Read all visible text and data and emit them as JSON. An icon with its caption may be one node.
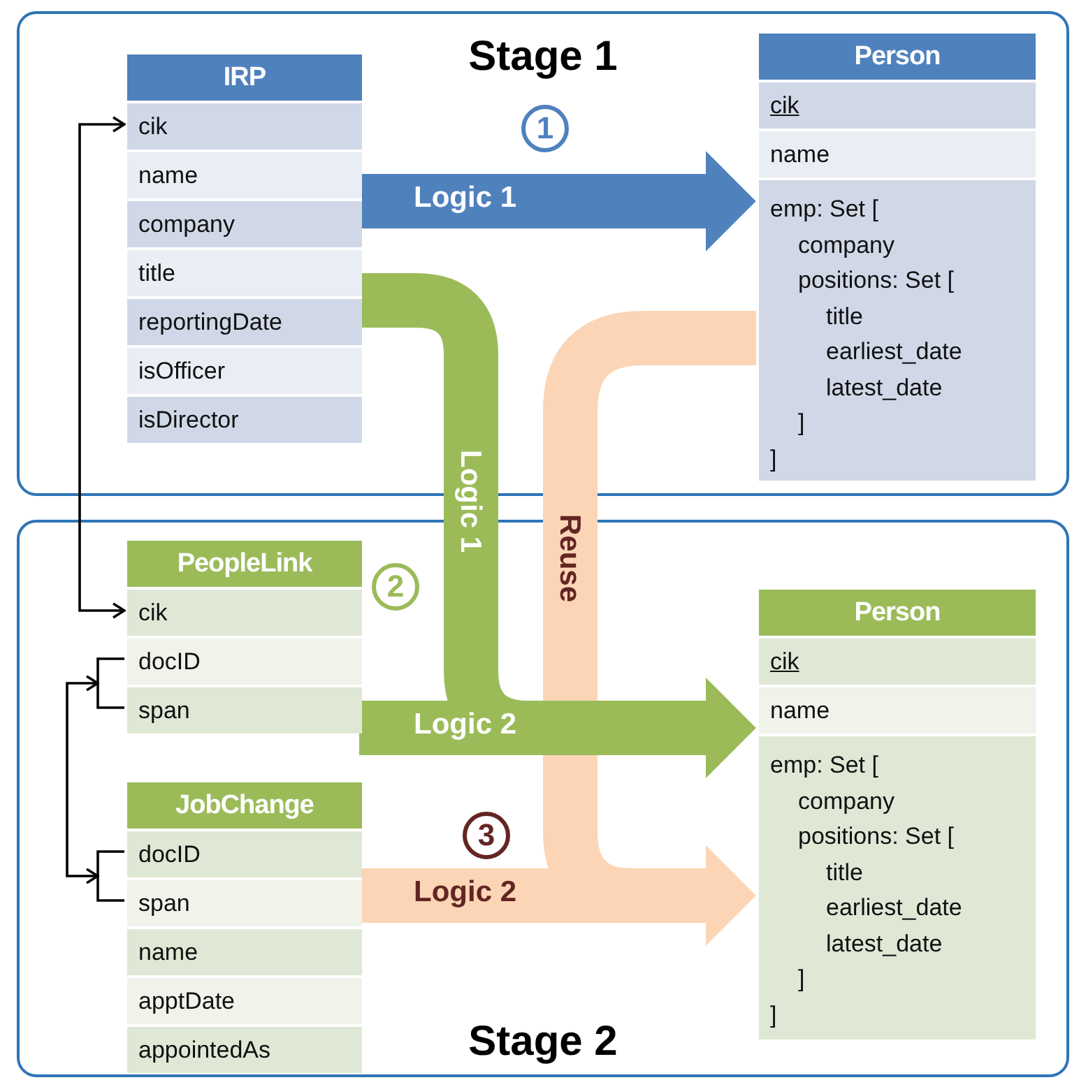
{
  "diagram": {
    "nodes": [
      {
        "text": [
          "Stage 1"
        ]
      },
      {
        "text": [
          "IRP"
        ],
        "in": 0
      },
      {
        "text": [
          "cik"
        ],
        "in": 1
      },
      {
        "text": [
          "name"
        ],
        "in": 1
      },
      {
        "text": [
          "company"
        ],
        "in": 1
      },
      {
        "text": [
          "title"
        ],
        "in": 1
      },
      {
        "text": [
          "reportingDate"
        ],
        "in": 1
      },
      {
        "text": [
          "isOfficer"
        ],
        "in": 1
      },
      {
        "text": [
          "isDirector"
        ],
        "in": 1
      },
      {
        "text": [
          "Person"
        ],
        "in": 0
      },
      {
        "text": [
          "cik"
        ],
        "in": 9
      },
      {
        "text": [
          "name"
        ],
        "in": 9
      },
      {
        "text": [
          "emp: Set [",
          "company",
          "positions: Set [",
          "title",
          "earliest_date",
          "latest_date",
          "]",
          "]"
        ],
        "in": 9
      },
      {
        "text": [
          "Stage 2"
        ]
      },
      {
        "text": [
          "PeopleLink"
        ],
        "in": 13
      },
      {
        "text": [
          "cik"
        ],
        "in": 14
      },
      {
        "text": [
          "docID"
        ],
        "in": 14
      },
      {
        "text": [
          "span"
        ],
        "in": 14
      },
      {
        "text": [
          "JobChange"
        ],
        "in": 13
      },
      {
        "text": [
          "docID"
        ],
        "in": 18
      },
      {
        "text": [
          "span"
        ],
        "in": 18
      },
      {
        "text": [
          "name"
        ],
        "in": 18
      },
      {
        "text": [
          "apptDate"
        ],
        "in": 18
      },
      {
        "text": [
          "appointedAs"
        ],
        "in": 18
      },
      {
        "text": [
          "Person"
        ],
        "in": 13
      },
      {
        "text": [
          "cik"
        ],
        "in": 24
      },
      {
        "text": [
          "name"
        ],
        "in": 24
      },
      {
        "text": [
          "emp: Set [",
          "company",
          "positions: Set [",
          "title",
          "earliest_date",
          "latest_date",
          "]",
          "]"
        ],
        "in": 24
      }
    ],
    "edges": [
      {
        "from": 2,
        "to": 15,
        "arrow": "both"
      },
      {
        "from": 16,
        "to": 19,
        "arrow": "both"
      },
      {
        "from": 1,
        "to": 9,
        "arrow": "to",
        "label": "Logic 1",
        "color": "#4f81bd"
      },
      {
        "from": 9,
        "to": 24,
        "arrow": "to",
        "label": "Reuse",
        "color": "#fbd5b5"
      },
      {
        "from": 1,
        "to": 24,
        "arrow": "to",
        "label": "Logic 1",
        "color": "#9bbb59"
      },
      {
        "from": 14,
        "to": 24,
        "arrow": "to",
        "label": "Logic 2",
        "color": "#9bbb59"
      },
      {
        "from": 18,
        "to": 24,
        "arrow": "to",
        "label": "Logic 2",
        "color": "#fbd5b5"
      }
    ],
    "labels": [
      "1",
      "2",
      "3"
    ]
  }
}
